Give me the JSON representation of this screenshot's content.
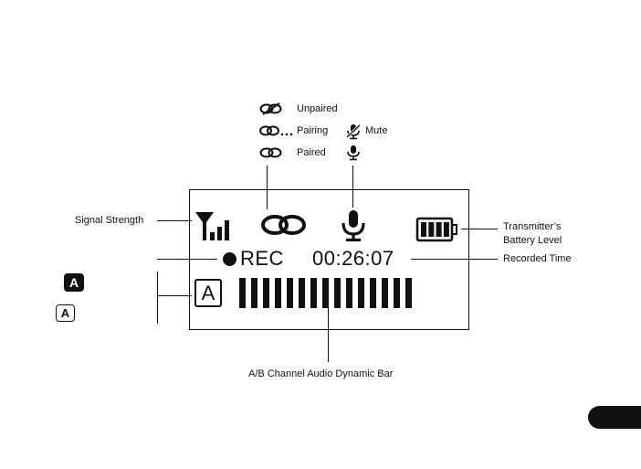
{
  "legend": {
    "unpaired": "Unpaired",
    "pairing": "Pairing",
    "paired": "Paired",
    "mute": "Mute"
  },
  "callouts": {
    "signal_strength": "Signal Strength",
    "battery_line1": "Transmitter’s",
    "battery_line2": "Battery Level",
    "recorded_time": "Recorded Time",
    "audio_bar": "A/B Channel Audio Dynamic Bar"
  },
  "display": {
    "rec_label": "REC",
    "time": "00:26:07",
    "channel": "A",
    "audio_level_bars": 15,
    "battery_bars": 4
  },
  "channel_badges": {
    "solid": "A",
    "outline": "A"
  },
  "colors": {
    "ink": "#111111",
    "background": "#ffffff"
  },
  "icons": [
    "link-unpaired-icon",
    "link-pairing-icon",
    "link-paired-icon",
    "mic-mute-icon",
    "mic-icon",
    "signal-antenna-icon",
    "battery-icon",
    "record-dot-icon"
  ]
}
